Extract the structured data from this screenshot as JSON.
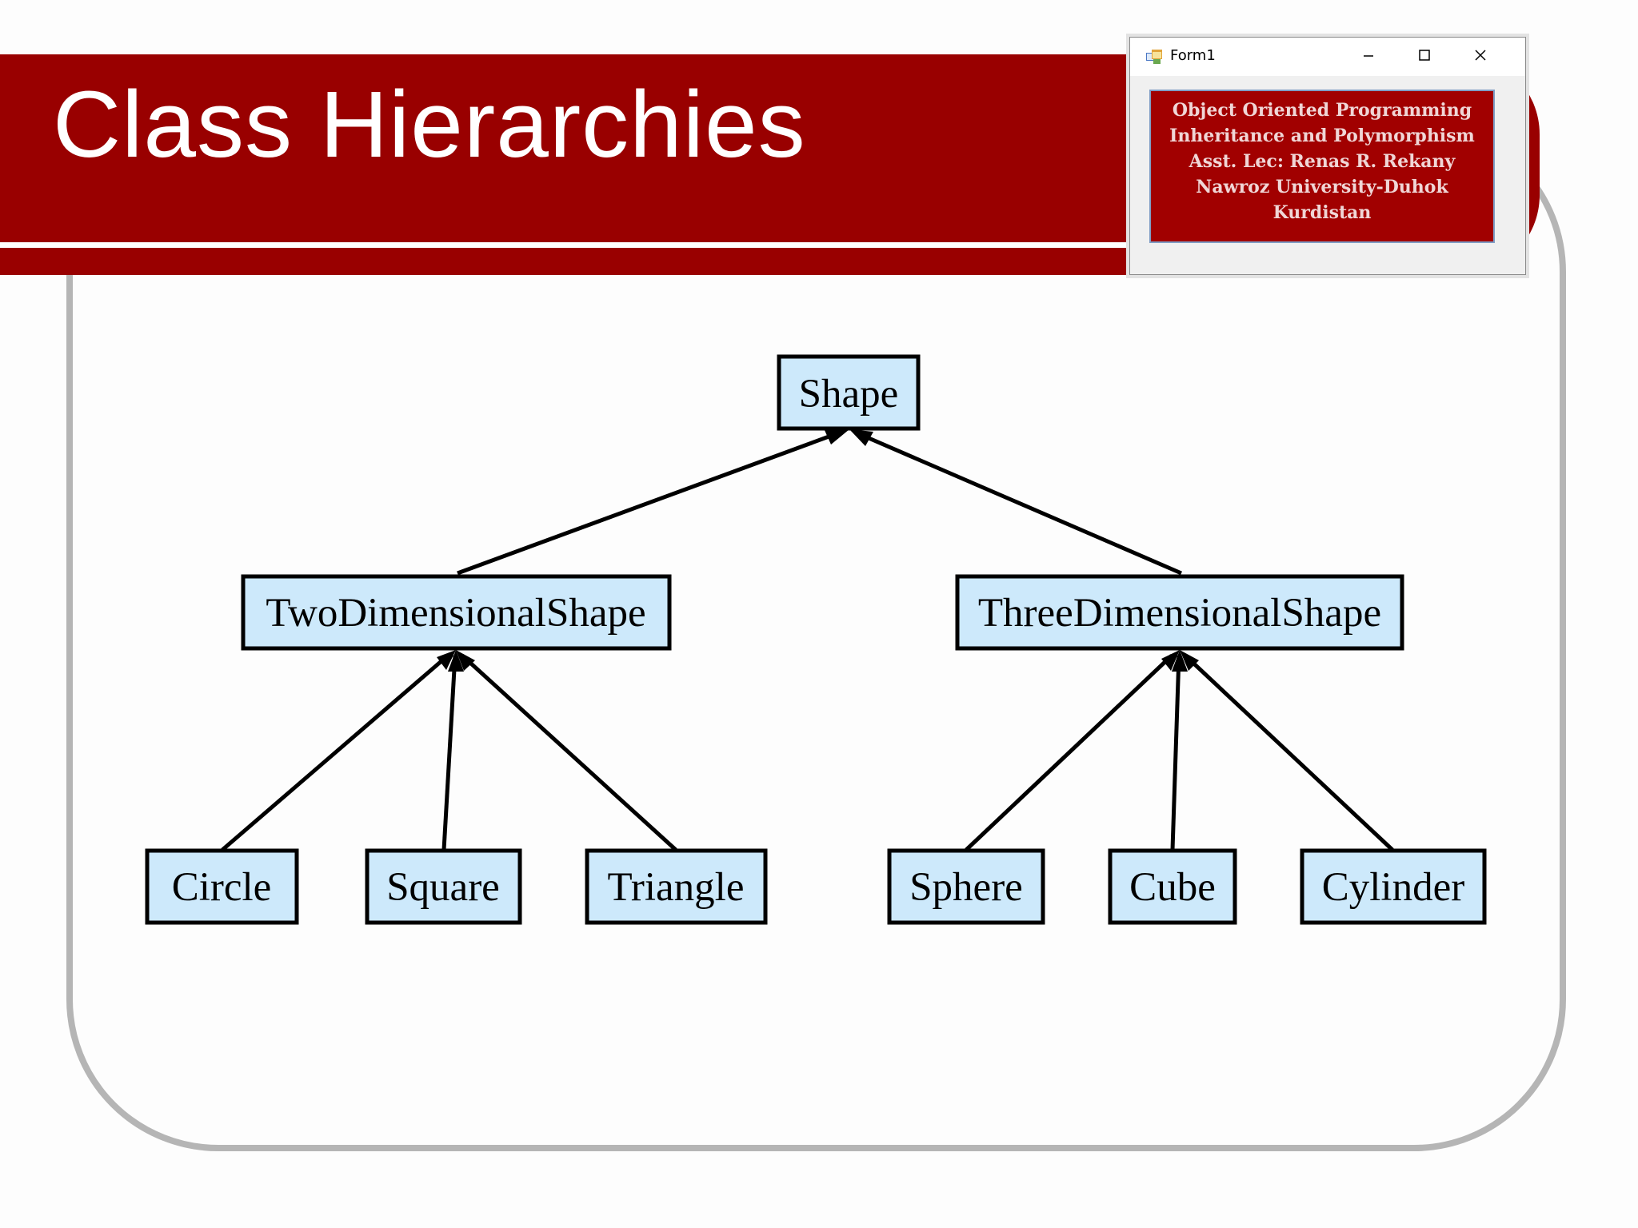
{
  "slide": {
    "title": "Class Hierarchies"
  },
  "window": {
    "title": "Form1",
    "icon": "form-app-icon",
    "buttons": [
      "minimize-icon",
      "maximize-icon",
      "close-icon"
    ],
    "lines": [
      "Object Oriented Programming",
      "Inheritance and Polymorphism",
      "Asst. Lec: Renas R. Rekany",
      "Nawroz University-Duhok",
      "Kurdistan"
    ]
  },
  "diagram": {
    "nodes": [
      {
        "id": "shape",
        "label": "Shape"
      },
      {
        "id": "two-dimensional-shape",
        "label": "TwoDimensionalShape"
      },
      {
        "id": "three-dimensional-shape",
        "label": "ThreeDimensionalShape"
      },
      {
        "id": "circle",
        "label": "Circle"
      },
      {
        "id": "square",
        "label": "Square"
      },
      {
        "id": "triangle",
        "label": "Triangle"
      },
      {
        "id": "sphere",
        "label": "Sphere"
      },
      {
        "id": "cube",
        "label": "Cube"
      },
      {
        "id": "cylinder",
        "label": "Cylinder"
      }
    ],
    "edges": [
      {
        "from": "two-dimensional-shape",
        "to": "shape"
      },
      {
        "from": "three-dimensional-shape",
        "to": "shape"
      },
      {
        "from": "circle",
        "to": "two-dimensional-shape"
      },
      {
        "from": "square",
        "to": "two-dimensional-shape"
      },
      {
        "from": "triangle",
        "to": "two-dimensional-shape"
      },
      {
        "from": "sphere",
        "to": "three-dimensional-shape"
      },
      {
        "from": "cube",
        "to": "three-dimensional-shape"
      },
      {
        "from": "cylinder",
        "to": "three-dimensional-shape"
      }
    ],
    "colors": {
      "node_fill": "#cde9fb",
      "node_border": "#000000",
      "edge": "#000000"
    }
  },
  "colors": {
    "title_band": "#990000",
    "frame": "#b5b5b5",
    "window_panel": "#a10000"
  }
}
